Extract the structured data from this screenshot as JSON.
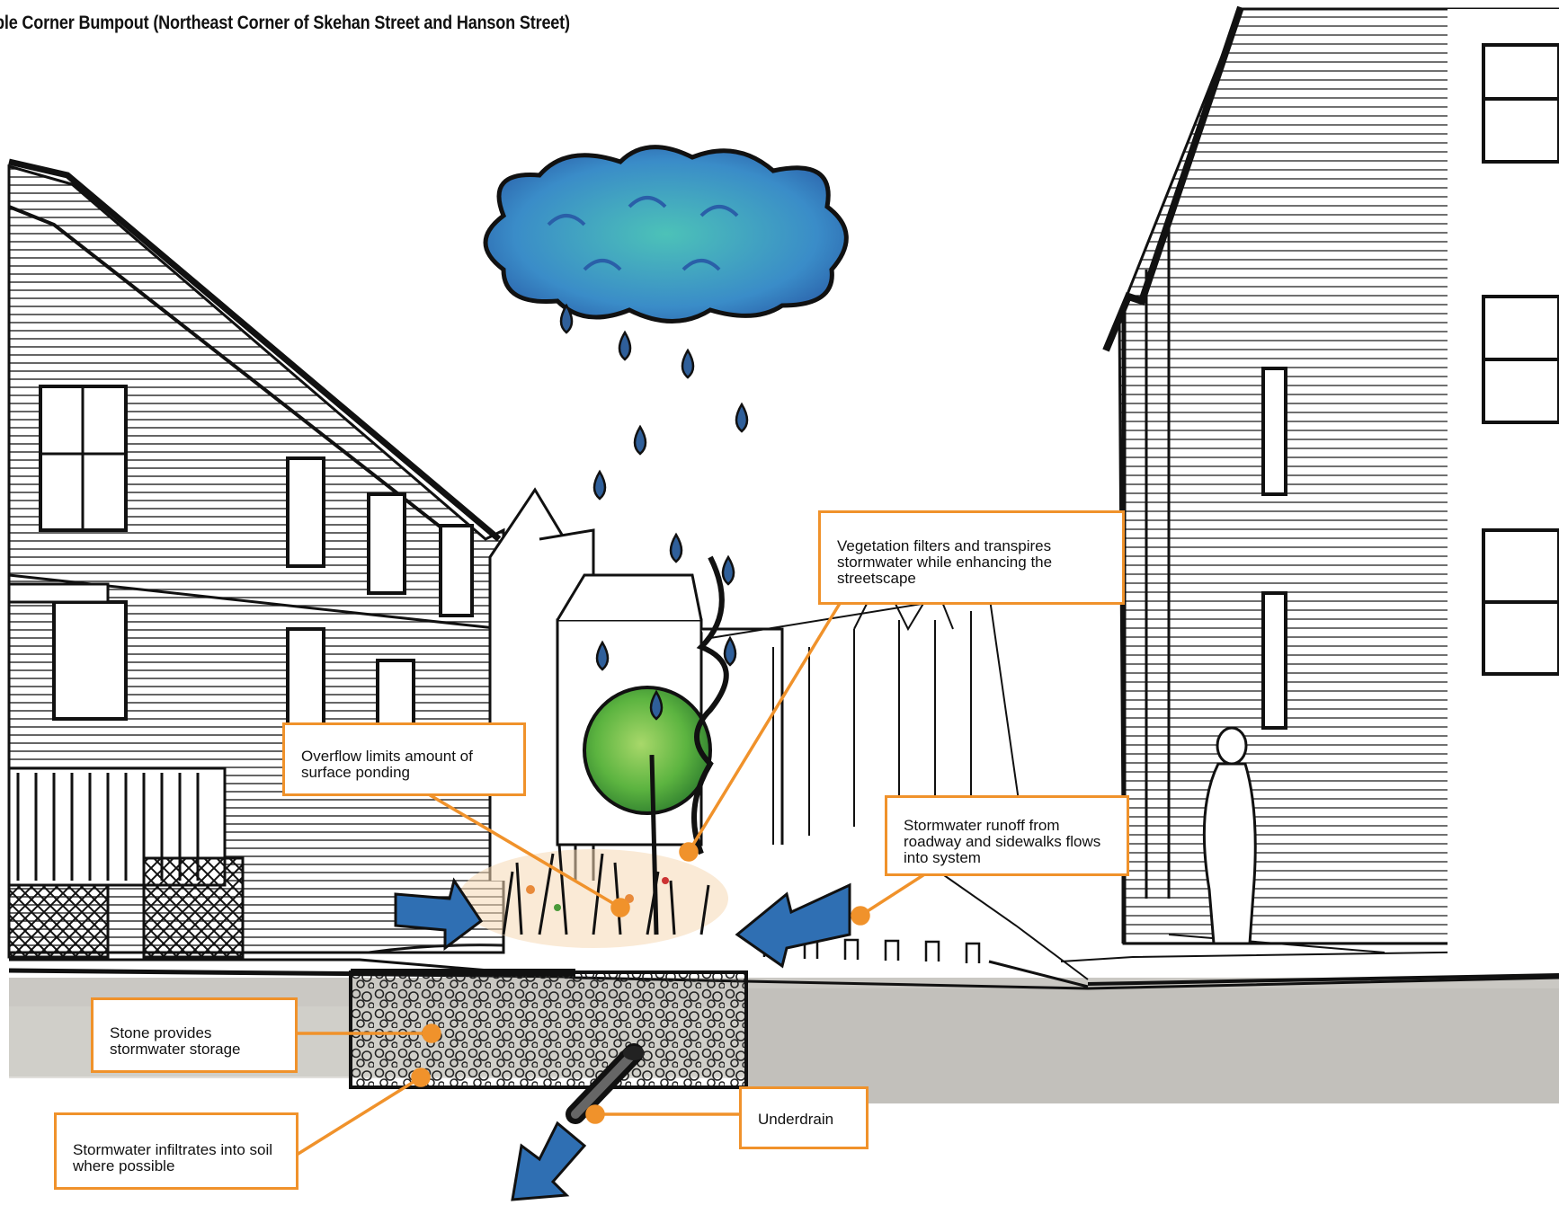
{
  "title": "ple Corner Bumpout (Northeast Corner of Skehan Street and Hanson Street)",
  "colors": {
    "callout_border": "#f0922b",
    "arrow_blue": "#2f6fb3",
    "cloud_blue": "#3a7cc4",
    "cloud_teal": "#3fb4b0",
    "plant_green": "#5cb440",
    "soil_gray": "#c9c7c2"
  },
  "callouts": {
    "vegetation": "Vegetation filters and transpires stormwater while enhancing the streetscape",
    "overflow": "Overflow limits amount of surface ponding",
    "runoff": "Stormwater runoff from roadway and sidewalks flows into system",
    "stone": "Stone provides stormwater storage",
    "infiltrates": "Stormwater infiltrates into soil where possible",
    "underdrain": "Underdrain"
  },
  "icons": [
    "rain-cloud-icon",
    "raindrop-icon",
    "inflow-arrow-icon",
    "outflow-arrow-icon",
    "tree-icon"
  ]
}
